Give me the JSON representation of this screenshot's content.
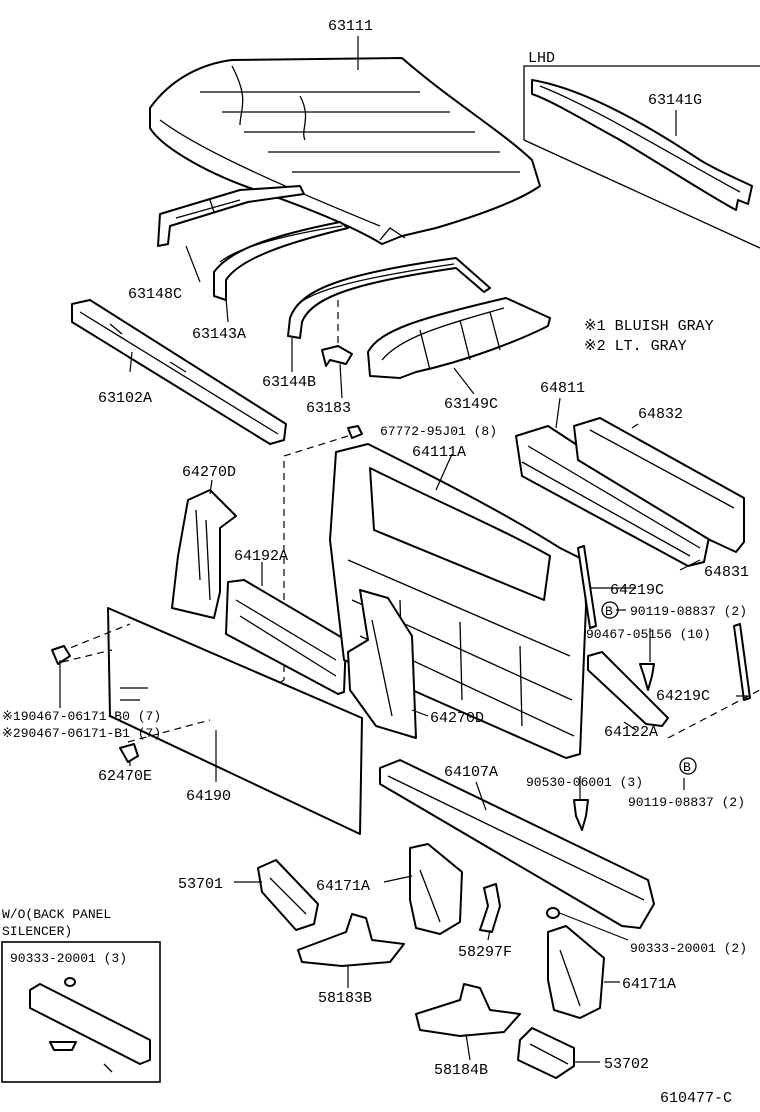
{
  "diagram": {
    "figure_id": "610477-C",
    "variant_box_label": "LHD",
    "notes": {
      "note1": "※1 BLUISH GRAY",
      "note2": "※2 LT. GRAY"
    },
    "inset": {
      "title_line1": "W/O(BACK PANEL",
      "title_line2": "SILENCER)",
      "part": "90333-20001 (3)"
    },
    "callout_symbol": "B",
    "parts": {
      "p63111": "63111",
      "p63141G": "63141G",
      "p63148C": "63148C",
      "p63143A": "63143A",
      "p63144B": "63144B",
      "p63183": "63183",
      "p63149C": "63149C",
      "p63102A": "63102A",
      "p67772": "67772-95J01 (8)",
      "p64811": "64811",
      "p64832": "64832",
      "p64111A": "64111A",
      "p64270D_top": "64270D",
      "p64192A": "64192A",
      "p64219C_a": "64219C",
      "p64831": "64831",
      "p90119_a": "90119-08837 (2)",
      "p90467_05156": "90467-05156 (10)",
      "p64219C_b": "64219C",
      "p90467_B0": "※190467-06171-B0 (7)",
      "p90467_B1": "※290467-06171-B1 (7)",
      "p64270D_low": "64270D",
      "p64122A": "64122A",
      "p62470E": "62470E",
      "p64190": "64190",
      "p64107A": "64107A",
      "p90530": "90530-06001 (3)",
      "p90119_b": "90119-08837 (2)",
      "p53701": "53701",
      "p64171A_a": "64171A",
      "p58297F": "58297F",
      "p90333": "90333-20001 (2)",
      "p58183B": "58183B",
      "p64171A_b": "64171A",
      "p58184B": "58184B",
      "p53702": "53702"
    }
  }
}
